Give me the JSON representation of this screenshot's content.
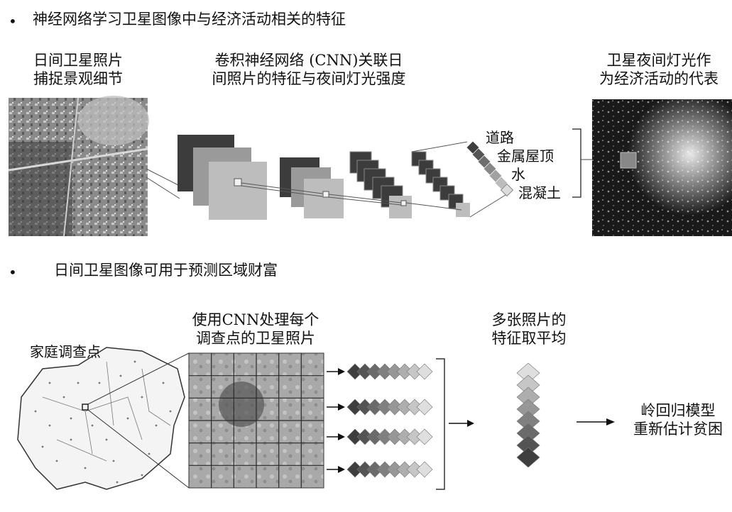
{
  "section1": {
    "bullet": "•",
    "heading": "神经网络学习卫星图像中与经济活动相关的特征",
    "daytime_label": [
      "日间卫星照片",
      "捕捉景观细节"
    ],
    "cnn_label": [
      "卷积神经网络 (CNN)关联日",
      "间照片的特征与夜间灯光强度"
    ],
    "night_label": [
      "卫星夜间灯光作",
      "为经济活动的代表"
    ],
    "features": [
      "道路",
      "金属屋顶",
      "水",
      "混凝土"
    ]
  },
  "section2": {
    "bullet": "•",
    "heading": "日间卫星图像可用于预测区域财富",
    "survey_label": "家庭调查点",
    "cnn_process_label": [
      "使用CNN处理每个",
      "调查点的卫星照片"
    ],
    "average_label": [
      "多张照片的",
      "特征取平均"
    ],
    "ridge_label": [
      "岭回归模型",
      "重新估计贫困"
    ]
  },
  "colors": {
    "diamond_dark": "#3e3e3e",
    "diamond_light": "#e6e6e6",
    "layer_light": "#bdbdbd"
  }
}
